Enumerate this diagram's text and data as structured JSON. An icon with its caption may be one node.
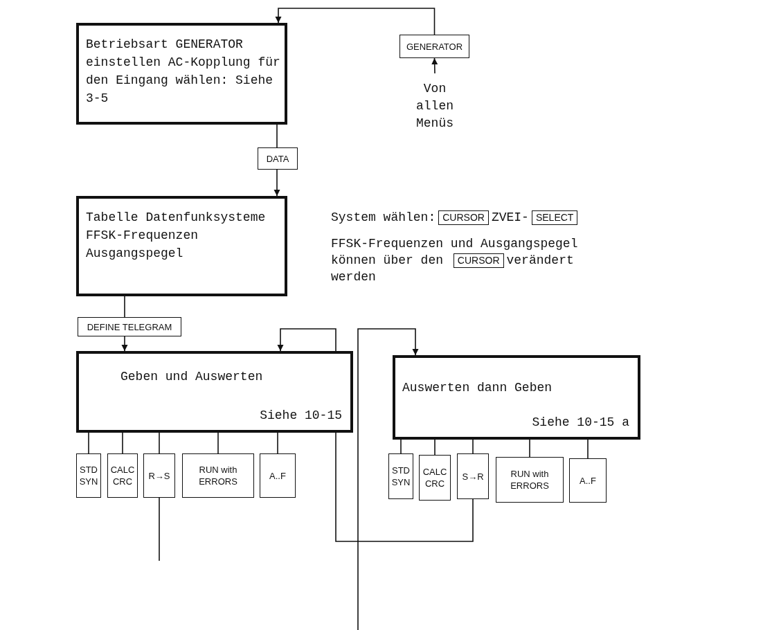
{
  "diagram": {
    "nodes": [
      {
        "text": [
          "Betriebsart GENERATOR einstellen AC-Kopplung für den Eingang wählen: Siehe 3-5"
        ]
      },
      {
        "text": [
          "GENERATOR"
        ]
      },
      {
        "text": [
          "Von allen Menüs"
        ]
      },
      {
        "text": [
          "DATA"
        ]
      },
      {
        "text": [
          "Tabelle Datenfunksysteme FFSK-Frequenzen Ausgangspegel"
        ]
      },
      {
        "text": [
          "CURSOR"
        ]
      },
      {
        "text": [
          "SELECT"
        ]
      },
      {
        "text": [
          "CURSOR"
        ]
      },
      {
        "text": [
          "DEFINE TELEGRAM"
        ]
      },
      {
        "text": [
          "Geben und Auswerten",
          "Siehe 10-15"
        ]
      },
      {
        "text": [
          "Auswerten dann Geben",
          "Siehe 10-15 a"
        ]
      },
      {
        "text": [
          "STD SYN"
        ]
      },
      {
        "text": [
          "CALC CRC"
        ]
      },
      {
        "text": [
          "R→S"
        ]
      },
      {
        "text": [
          "RUN with ERRORS"
        ]
      },
      {
        "text": [
          "A..F"
        ]
      },
      {
        "text": [
          "STD SYN"
        ]
      },
      {
        "text": [
          "CALC CRC"
        ]
      },
      {
        "text": [
          "S→R"
        ]
      },
      {
        "text": [
          "RUN with ERRORS"
        ]
      },
      {
        "text": [
          "A..F"
        ]
      }
    ],
    "edges": [
      {
        "from": 2,
        "to": 1,
        "arrow": "to"
      },
      {
        "from": 1,
        "to": 0,
        "arrow": "to"
      },
      {
        "from": 0,
        "to": 3,
        "arrow": "none"
      },
      {
        "from": 3,
        "to": 4,
        "arrow": "to"
      },
      {
        "from": 4,
        "to": 8,
        "arrow": "none"
      },
      {
        "from": 8,
        "to": 9,
        "arrow": "to"
      },
      {
        "from": 9,
        "to": 11,
        "arrow": "none"
      },
      {
        "from": 9,
        "to": 12,
        "arrow": "none"
      },
      {
        "from": 9,
        "to": 13,
        "arrow": "none"
      },
      {
        "from": 9,
        "to": 14,
        "arrow": "none"
      },
      {
        "from": 9,
        "to": 15,
        "arrow": "none"
      },
      {
        "from": 10,
        "to": 16,
        "arrow": "none"
      },
      {
        "from": 10,
        "to": 17,
        "arrow": "none"
      },
      {
        "from": 10,
        "to": 18,
        "arrow": "none"
      },
      {
        "from": 10,
        "to": 19,
        "arrow": "none"
      },
      {
        "from": 10,
        "to": 20,
        "arrow": "none"
      },
      {
        "from": 18,
        "to": 9,
        "arrow": "to"
      },
      {
        "from": 13,
        "to": null,
        "arrow": "none"
      },
      {
        "from": null,
        "to": 10,
        "arrow": "to"
      }
    ],
    "labels": [
      "System wählen:",
      "ZVEI-",
      "FFSK-Frequenzen und Ausgangspegel können über den",
      "verändert werden"
    ]
  }
}
